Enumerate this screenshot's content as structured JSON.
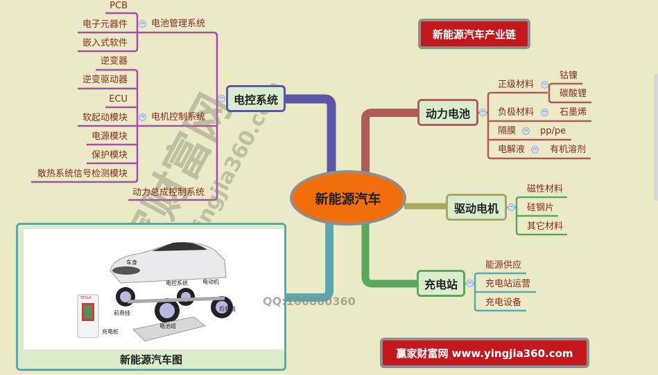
{
  "title": "新能源汽车产业链",
  "center": "新能源汽车",
  "footer": "赢家财富网 www.yingjia360.com",
  "watermark": {
    "brand": "赢家财富网",
    "url": "www.yingjia360.com",
    "qq": "QQ:100800360"
  },
  "colors": {
    "control": "#5b57a5",
    "battery": "#b05a5a",
    "motor": "#a8a860",
    "charging": "#5aa85a",
    "image": "#5aa8ac",
    "center": "#f26e0b",
    "title_bg": "#c3181c"
  },
  "control": {
    "label": "电控系统",
    "bms": {
      "label": "电池管理系统",
      "items": [
        "PCB",
        "电子元器件",
        "嵌入式软件"
      ]
    },
    "mcs": {
      "label": "电机控制系统",
      "items": [
        "逆变器",
        "逆变驱动器",
        "ECU",
        "软起动模块",
        "电源模块",
        "保护模块",
        "散热系统信号检测模块"
      ]
    },
    "powertrain": "动力总成控制系统"
  },
  "battery": {
    "label": "动力电池",
    "items": [
      {
        "label": "正级材料",
        "children": [
          "钴镍",
          "碳酸锂"
        ]
      },
      {
        "label": "负极材料",
        "children": [
          "石墨烯"
        ]
      },
      {
        "label": "隔膜",
        "children": [
          "pp/pe"
        ]
      },
      {
        "label": "电解液",
        "children": [
          "有机溶剂"
        ]
      }
    ]
  },
  "motor": {
    "label": "驱动电机",
    "items": [
      "磁性材料",
      "硅钢片",
      "其它材料"
    ]
  },
  "charging": {
    "label": "充电站",
    "items": [
      "能源供应",
      "充电站运营",
      "充电设备"
    ]
  },
  "image": {
    "caption": "新能源汽车图",
    "labels": [
      "车身",
      "电控系统",
      "电动机",
      "前悬挂",
      "后悬挂",
      "充电桩",
      "电池组",
      "TESLA"
    ]
  }
}
